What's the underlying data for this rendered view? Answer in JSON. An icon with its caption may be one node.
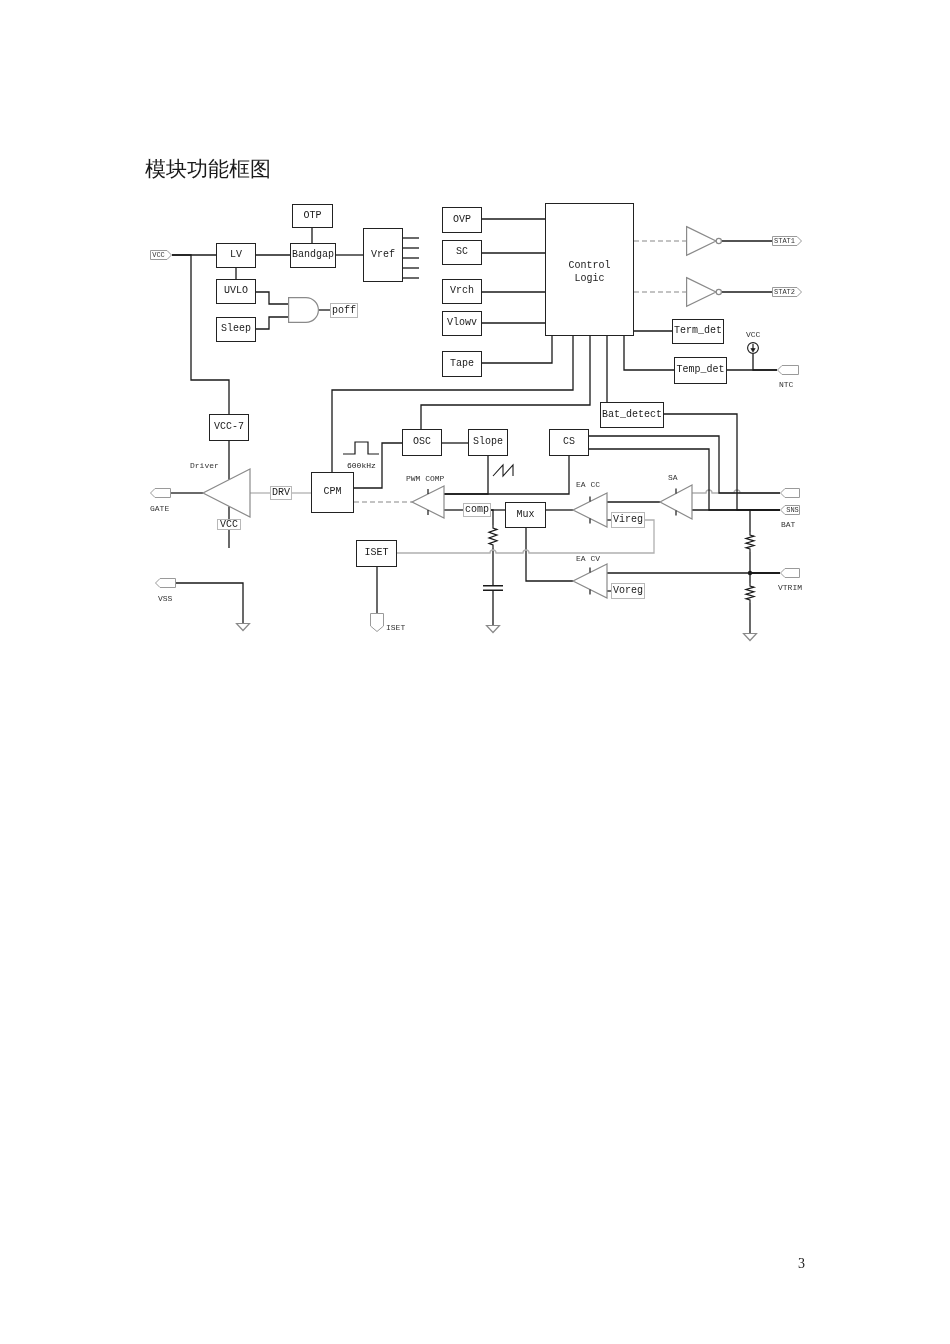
{
  "diagram": {
    "title": "模块功能框图",
    "nodes": [
      {
        "text": [
          "VCC"
        ]
      },
      {
        "text": [
          "OTP"
        ]
      },
      {
        "text": [
          "LV"
        ]
      },
      {
        "text": [
          "Bandgap"
        ]
      },
      {
        "text": [
          "Vref"
        ]
      },
      {
        "text": [
          "UVLO"
        ]
      },
      {
        "text": [
          "Sleep"
        ]
      },
      {
        "text": [],
        "shape": "gate"
      },
      {
        "text": [
          "poff"
        ]
      },
      {
        "text": [
          "OVP"
        ]
      },
      {
        "text": [
          "SC"
        ]
      },
      {
        "text": [
          "Vrch"
        ]
      },
      {
        "text": [
          "Vlowv"
        ]
      },
      {
        "text": [
          "Tape"
        ]
      },
      {
        "text": [
          "Control Logic"
        ]
      },
      {
        "text": [],
        "shape": "triangle"
      },
      {
        "text": [
          "STAT1"
        ]
      },
      {
        "text": [],
        "shape": "triangle"
      },
      {
        "text": [
          "STAT2"
        ]
      },
      {
        "text": [
          "Term_det"
        ]
      },
      {
        "text": [
          "VCC"
        ]
      },
      {
        "text": [
          "Temp_det"
        ]
      },
      {
        "text": [
          "NTC"
        ]
      },
      {
        "text": [
          "Bat_detect"
        ]
      },
      {
        "text": [
          "VCC-7"
        ]
      },
      {
        "text": [
          "OSC"
        ]
      },
      {
        "text": [
          "Slope"
        ]
      },
      {
        "text": [
          "CS"
        ]
      },
      {
        "text": [
          "Driver"
        ]
      },
      {
        "text": [
          "GATE"
        ]
      },
      {
        "text": [
          "DRV"
        ]
      },
      {
        "text": [
          "CPM"
        ]
      },
      {
        "text": [
          "PWM COMP"
        ]
      },
      {
        "text": [],
        "shape": "tag"
      },
      {
        "text": [
          "SA"
        ]
      },
      {
        "text": [
          "EA CC"
        ]
      },
      {
        "text": [
          "comp"
        ]
      },
      {
        "text": [
          "Mux"
        ]
      },
      {
        "text": [
          "Vireg"
        ]
      },
      {
        "text": [
          "SNS",
          "BAT"
        ]
      },
      {
        "text": [
          "VCC"
        ]
      },
      {
        "text": [
          "ISET"
        ]
      },
      {
        "text": [],
        "shape": "resistor"
      },
      {
        "text": [],
        "shape": "resistor"
      },
      {
        "text": [
          "EA CV"
        ]
      },
      {
        "text": [
          "VTRIM"
        ]
      },
      {
        "text": [
          "VSS"
        ]
      },
      {
        "text": [],
        "shape": "capacitor"
      },
      {
        "text": [
          "Voreg"
        ]
      },
      {
        "text": [],
        "shape": "resistor"
      },
      {
        "text": [
          "ISET"
        ]
      },
      {
        "text": [],
        "shape": "ground"
      },
      {
        "text": [],
        "shape": "ground"
      },
      {
        "text": [],
        "shape": "ground"
      }
    ],
    "edges": [
      {
        "from": 0,
        "to": 2,
        "arrow": "none"
      },
      {
        "from": 0,
        "to": 24,
        "arrow": "none"
      },
      {
        "from": 1,
        "to": 3,
        "arrow": "none"
      },
      {
        "from": 2,
        "to": 3,
        "arrow": "none"
      },
      {
        "from": 3,
        "to": 4,
        "arrow": "none"
      },
      {
        "from": 2,
        "to": 5,
        "arrow": "none"
      },
      {
        "from": 5,
        "to": 7,
        "arrow": "none"
      },
      {
        "from": 6,
        "to": 7,
        "arrow": "none"
      },
      {
        "from": 7,
        "to": 8,
        "arrow": "none"
      },
      {
        "from": 4,
        "to": null,
        "arrow": "none"
      },
      {
        "from": 4,
        "to": null,
        "arrow": "none"
      },
      {
        "from": 4,
        "to": null,
        "arrow": "none"
      },
      {
        "from": 4,
        "to": null,
        "arrow": "none"
      },
      {
        "from": 4,
        "to": null,
        "arrow": "none"
      },
      {
        "from": 9,
        "to": 14,
        "arrow": "none"
      },
      {
        "from": 10,
        "to": 14,
        "arrow": "none"
      },
      {
        "from": 11,
        "to": 14,
        "arrow": "none"
      },
      {
        "from": 12,
        "to": 14,
        "arrow": "none"
      },
      {
        "from": 13,
        "to": 14,
        "arrow": "none"
      },
      {
        "from": 14,
        "to": 15,
        "arrow": "none",
        "style": "dashed",
        "color": "#b0b0b0"
      },
      {
        "from": 15,
        "to": 16,
        "arrow": "none"
      },
      {
        "from": 14,
        "to": 17,
        "arrow": "none",
        "style": "dashed",
        "color": "#b0b0b0"
      },
      {
        "from": 17,
        "to": 18,
        "arrow": "none"
      },
      {
        "from": 14,
        "to": 19,
        "arrow": "none"
      },
      {
        "from": 14,
        "to": 21,
        "arrow": "none"
      },
      {
        "from": 21,
        "to": 22,
        "arrow": "none"
      },
      {
        "from": 20,
        "to": 22,
        "arrow": "none"
      },
      {
        "from": 14,
        "to": 23,
        "arrow": "none"
      },
      {
        "from": 14,
        "to": 31,
        "arrow": "none"
      },
      {
        "from": 14,
        "to": 25,
        "arrow": "none"
      },
      {
        "from": 24,
        "to": 28,
        "arrow": "none"
      },
      {
        "from": 28,
        "to": 29,
        "arrow": "none"
      },
      {
        "from": 28,
        "to": 30,
        "arrow": "none",
        "color": "#b0b0b0"
      },
      {
        "from": 30,
        "to": 31,
        "arrow": "none",
        "color": "#b0b0b0"
      },
      {
        "from": 31,
        "to": 25,
        "arrow": "none"
      },
      {
        "from": 25,
        "to": 26,
        "arrow": "none"
      },
      {
        "from": 26,
        "to": 32,
        "arrow": "none"
      },
      {
        "from": 27,
        "to": 32,
        "arrow": "none"
      },
      {
        "from": 31,
        "to": 32,
        "arrow": "none",
        "style": "dashed",
        "color": "#b0b0b0"
      },
      {
        "from": 32,
        "to": 36,
        "arrow": "none"
      },
      {
        "from": 36,
        "to": 37,
        "arrow": "none"
      },
      {
        "from": 36,
        "to": 42,
        "arrow": "none"
      },
      {
        "from": 42,
        "to": 47,
        "arrow": "none"
      },
      {
        "from": 47,
        "to": 52,
        "arrow": "none"
      },
      {
        "from": 37,
        "to": 35,
        "arrow": "none"
      },
      {
        "from": 37,
        "to": 44,
        "arrow": "none"
      },
      {
        "from": 34,
        "to": 35,
        "arrow": "none"
      },
      {
        "from": 35,
        "to": 38,
        "arrow": "none"
      },
      {
        "from": 41,
        "to": 38,
        "arrow": "none",
        "color": "#b0b0b0"
      },
      {
        "from": 44,
        "to": 48,
        "arrow": "none"
      },
      {
        "from": 44,
        "to": 45,
        "arrow": "none"
      },
      {
        "from": 34,
        "to": 33,
        "arrow": "none",
        "color": "#b0b0b0"
      },
      {
        "from": 34,
        "to": 39,
        "arrow": "none"
      },
      {
        "from": 27,
        "to": 33,
        "arrow": "none"
      },
      {
        "from": 27,
        "to": 39,
        "arrow": "none"
      },
      {
        "from": 23,
        "to": 39,
        "arrow": "none"
      },
      {
        "from": 39,
        "to": 43,
        "arrow": "none"
      },
      {
        "from": 43,
        "to": 45,
        "arrow": "none"
      },
      {
        "from": 49,
        "to": 45,
        "arrow": "none"
      },
      {
        "from": 49,
        "to": 53,
        "arrow": "none"
      },
      {
        "from": 46,
        "to": 51,
        "arrow": "none"
      },
      {
        "from": 41,
        "to": 50,
        "arrow": "none"
      },
      {
        "from": 28,
        "to": 40,
        "arrow": "none"
      },
      {
        "from": 40,
        "to": null,
        "arrow": "none"
      }
    ],
    "labels": [
      "600kHz",
      "3"
    ]
  }
}
